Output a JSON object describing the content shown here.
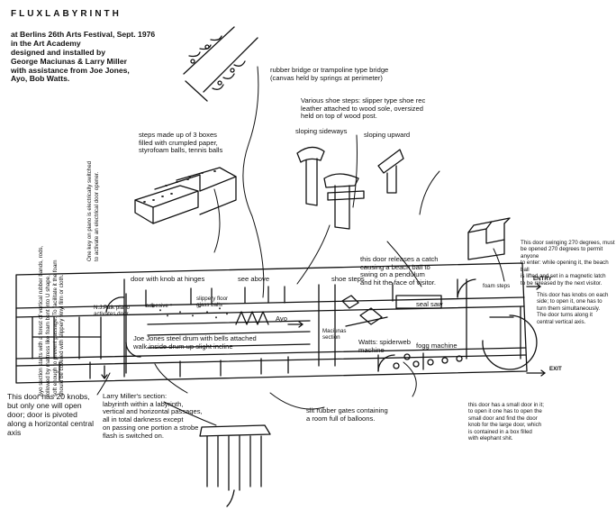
{
  "title": "FLUXLABYRINTH",
  "info": "at Berlins 26th Arts Festival, Sept. 1976\nin the Art Academy\ndesigned and installed by\nGeorge Maciunas & Larry Miller\nwith assistance from Joe Jones,\nAyo, Bob Watts.",
  "annotations": {
    "rubber_bridge": "rubber bridge or trampoline type bridge\n(canvas held by springs at perimeter)",
    "shoe_steps_desc": "Various shoe steps: slipper type shoe rec\nleather attached to wood sole, oversized\nheld on top of wood post.",
    "sloping_sideways": "sloping sideways",
    "sloping_upward": "sloping upward",
    "steps_boxes": "steps made up of 3 boxes\nfilled with crumpled paper,\nstyrofoam balls, tennis balls",
    "ayo_section": "Ayo section starts with a forest of vertical rubber bands, rods,\nfollowed by mattress like foam bent into U shape,\nsoft enough to prevent passage. To facilitate it the foam\nshould be covered with slippery vinyl film or cloth.",
    "piano_key": "One key on piano is electrically switched\nto activate an electrical door opener.",
    "door_knob_hinges": "door with knob at hinges",
    "see_above": "see above",
    "shoe_steps": "shoe steps",
    "beach_ball_door": "this door releases a catch\ncausing a beach ball to\nswing on a pendulum\nand hit the face of visitor.",
    "foam_steps": "foam steps",
    "door_270": "This door swinging 270 degrees, must\nbe opened 270 degrees to permit anyone\nto enter: while opening it, the beach ball\nis lifted and set in a magnetic latch\nto be released by the next visitor.",
    "entry": "ENTRY",
    "knobs_both_sides": "This door has knobs on each\nside; to open it, one has to\nturn them simultaneously.\nThe door turns along it\ncentral vertical axis.",
    "exit": "EXIT",
    "adhesive": "adhesive",
    "slippery_floor": "slippery floor\nglass balls",
    "paik_piano": "N.J.Paik piano\nactivates door",
    "ayo": "Ayo",
    "seal_saw": "seal saw",
    "maciunas_section": "Maciunas\nsection",
    "watts_spiderweb": "Watts: spiderweb\nmachine",
    "fogg_machine": "fogg machine",
    "jones_drum": "Joe Jones steel drum with bells attached\nwalk inside drum up slight incline",
    "door_20_knobs": "This door has 20 knobs,\nbut only one will open\ndoor; door is pivoted\nalong a horizontal central\naxis",
    "miller_section": "Larry Miller's section:\nlabyrinth within a labyrinth,\nvertical and horizontal passages,\nall in total darkness except\non passing one portion a strobe\nflash is switched on.",
    "slit_rubber": "slit rubber gates containing\na room full of balloons.",
    "small_door": "this door has a small door in it;\nto open it one has to open the\nsmall door and find the door\nknob for the large door, which\nis contained in a box filled\nwith elephant shit."
  }
}
